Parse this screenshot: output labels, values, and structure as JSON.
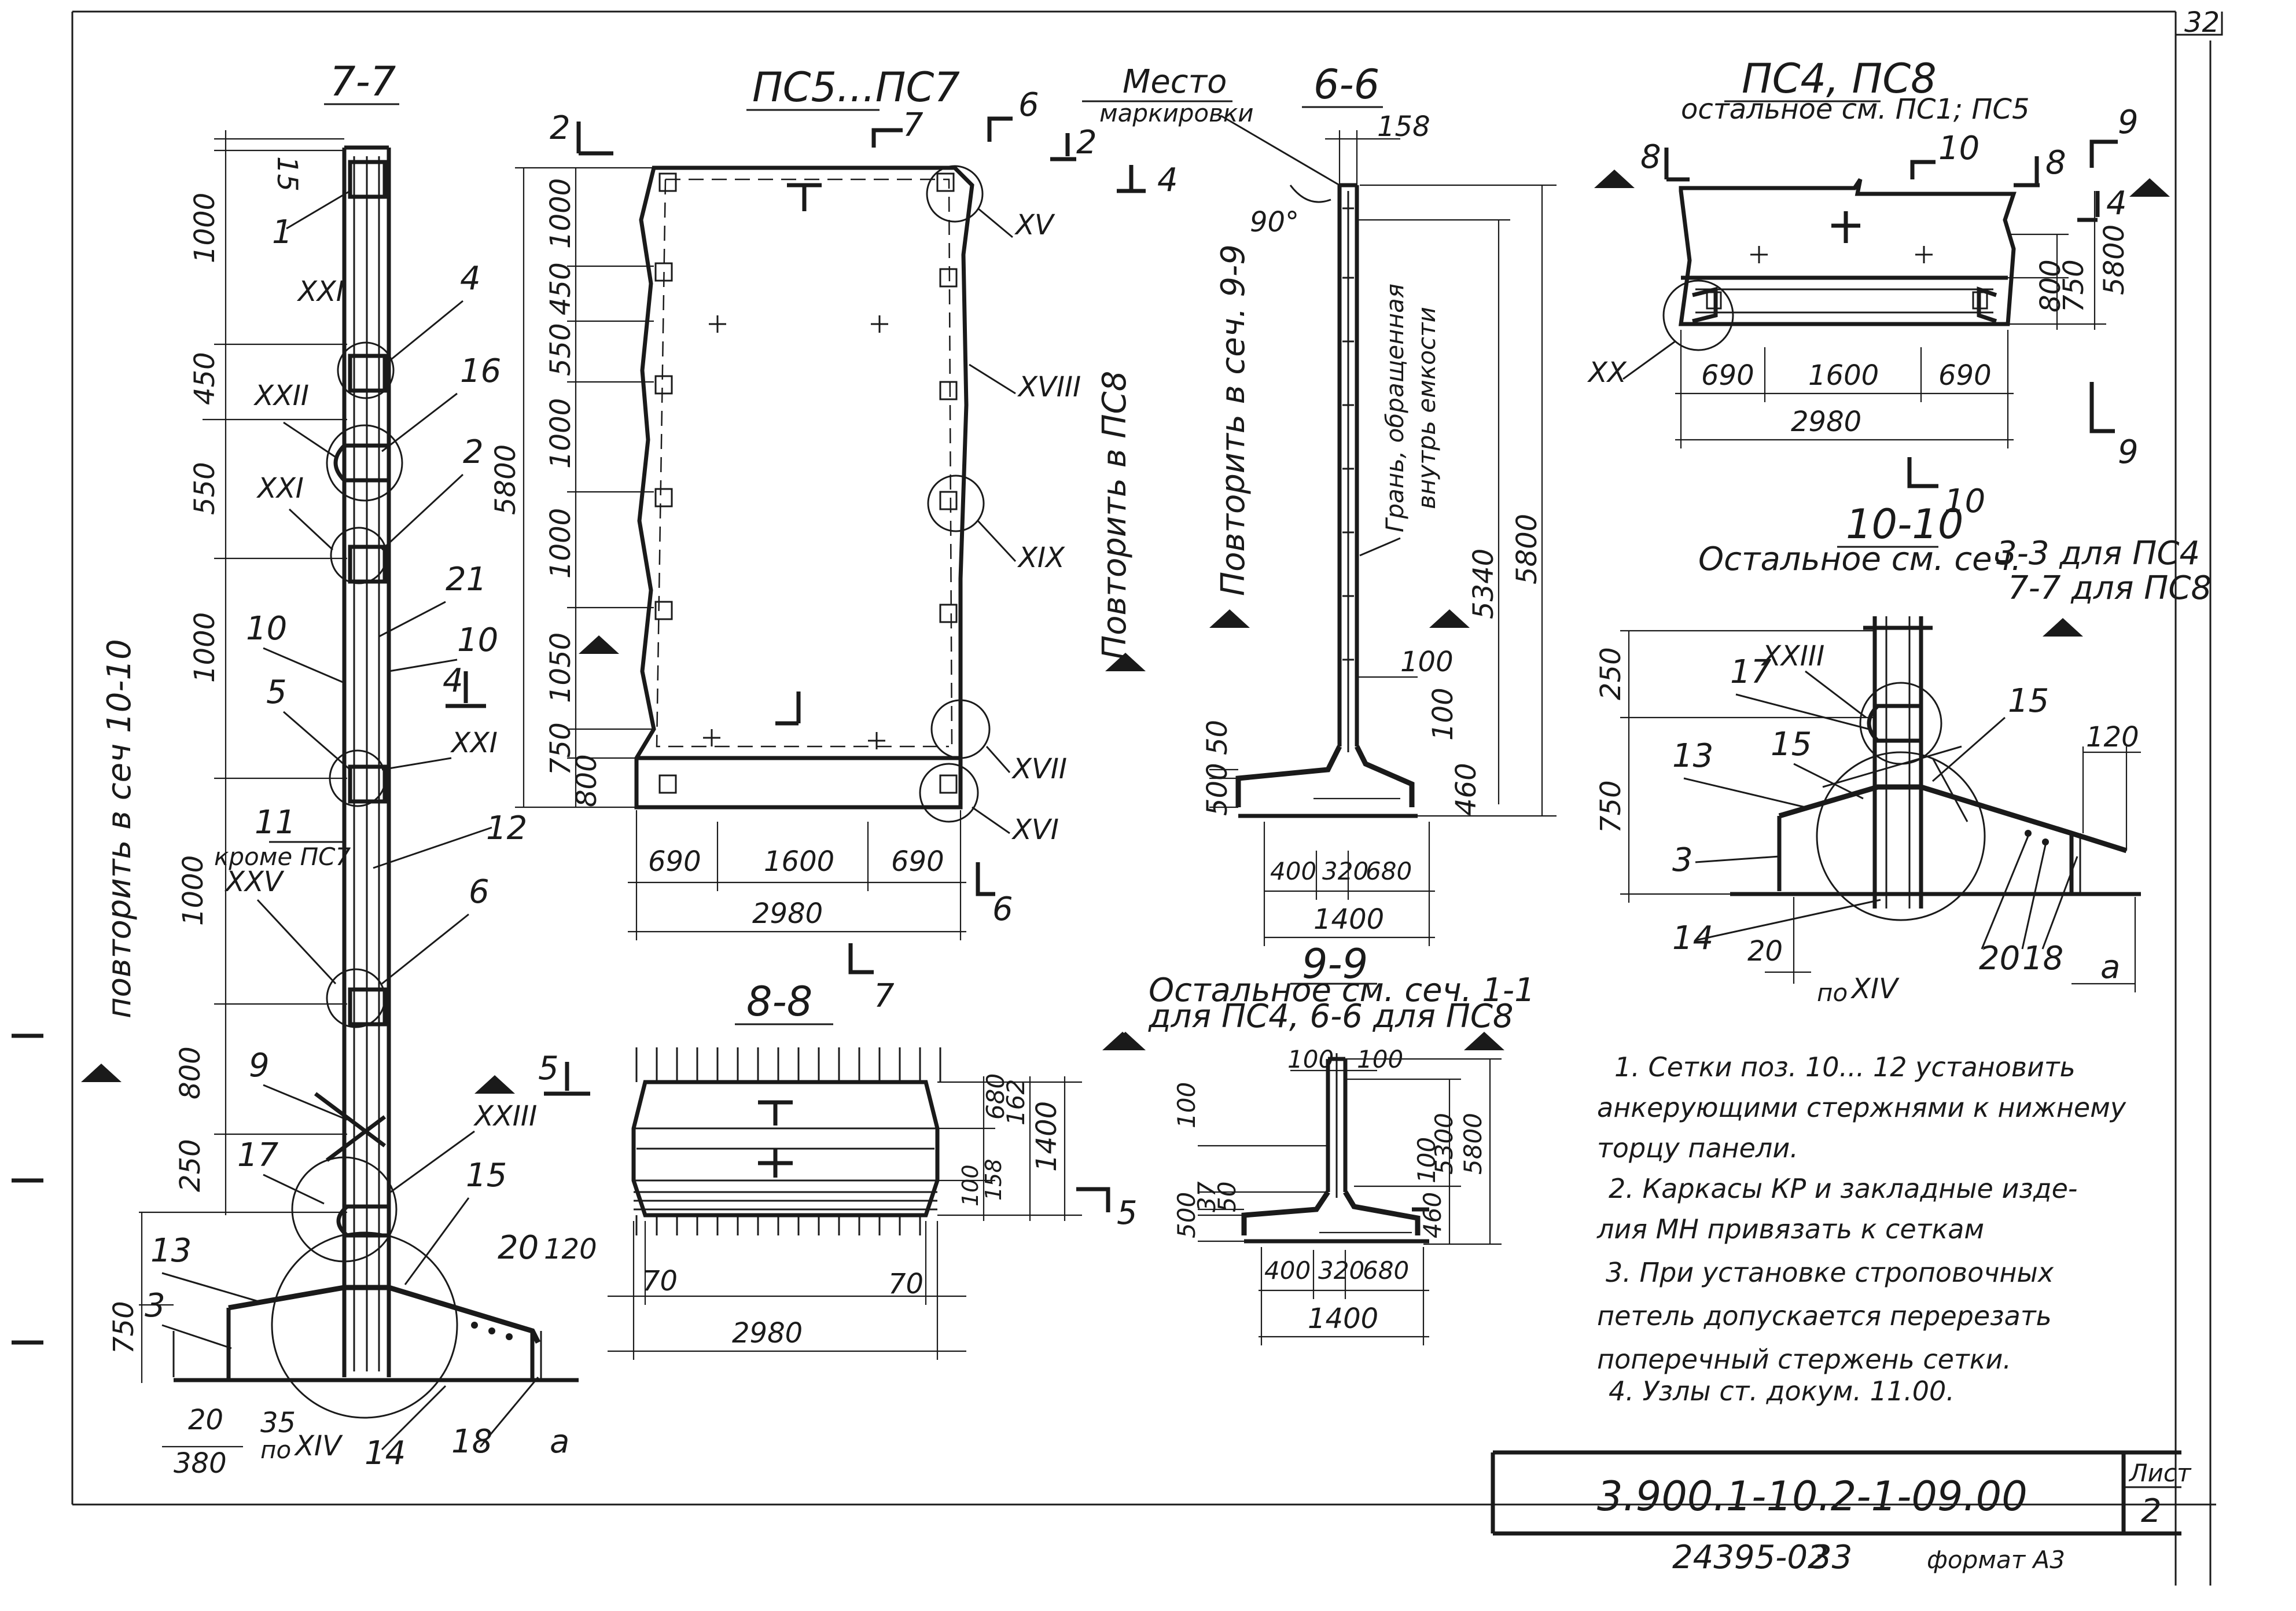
{
  "sheet": {
    "doc_code": "3.900.1-10.2-1-09.00",
    "sheet_label": "Лист",
    "sheet_number": "2",
    "inventory": "24395-02",
    "page": "33",
    "format_label": "формат А3",
    "corner_number": "32"
  },
  "section_7_7": {
    "title": "7-7",
    "side_note": "повторить в сеч 10-10",
    "dims": [
      "15",
      "1000",
      "450",
      "550",
      "1000",
      "1000",
      "800",
      "250",
      "750",
      "20",
      "35",
      "380"
    ],
    "marks": [
      "1",
      "4",
      "16",
      "2",
      "21",
      "10",
      "10",
      "5",
      "11",
      "12",
      "6",
      "9",
      "17",
      "15",
      "13",
      "3",
      "14",
      "18",
      "20",
      "120",
      "a"
    ],
    "except_label": "кроме ПС7",
    "nodes": [
      "XXI",
      "XXII",
      "XXI",
      "XXI",
      "XXV",
      "XXIII",
      "XIV"
    ],
    "by_label": "по",
    "cut": "4",
    "cut5": "5"
  },
  "ps5_7": {
    "title": "ПС5...ПС7",
    "dims_v": [
      "1000",
      "450",
      "550",
      "1000",
      "1000",
      "1050",
      "800",
      "750"
    ],
    "total": "5800",
    "dims_h": [
      "690",
      "1600",
      "690"
    ],
    "width": "2980",
    "nodes": [
      "XV",
      "XVIII",
      "XIX",
      "XVII",
      "XVI"
    ],
    "cuts": [
      "2",
      "7",
      "6",
      "2",
      "7",
      "6"
    ],
    "side_note": "Повторить в ПС8"
  },
  "section_6_6": {
    "title": "6-6",
    "place_label": "Место",
    "marking_label": "маркировки",
    "dim_top": "158",
    "angle": "90°",
    "side_note": "Повторить в сеч. 9-9",
    "face_note1": "Грань, обращенная",
    "face_note2": "внутрь емкости",
    "dims_v": [
      "5340",
      "5800",
      "100",
      "100",
      "460",
      "500",
      "50"
    ],
    "dims_h": [
      "400",
      "320",
      "680"
    ],
    "width": "1400",
    "cut": "4"
  },
  "ps4_8": {
    "title": "ПС4, ПС8",
    "subtitle": "остальное см. ПС1; ПС5",
    "dims_v": [
      "800",
      "750",
      "5800"
    ],
    "dims_h": [
      "690",
      "1600",
      "690"
    ],
    "width": "2980",
    "node": "XX",
    "cuts": [
      "8",
      "10",
      "8",
      "9",
      "4",
      "9",
      "10"
    ]
  },
  "section_10_10": {
    "title": "10-10",
    "subtitle": "Остальное см. сеч.",
    "note1": "3-3 для ПС4",
    "note2": "7-7 для ПС8",
    "dims": [
      "250",
      "750",
      "120",
      "20",
      "a"
    ],
    "marks": [
      "17",
      "15",
      "15",
      "13",
      "3",
      "14",
      "20",
      "18"
    ],
    "nodes": [
      "XXIII",
      "XIV"
    ],
    "by_label": "по"
  },
  "section_8_8": {
    "title": "8-8",
    "dims_v": [
      "680",
      "162",
      "1400",
      "100",
      "158"
    ],
    "dims_h": [
      "70",
      "70"
    ],
    "width": "2980",
    "cut": "5"
  },
  "section_9_9": {
    "title": "9-9",
    "subtitle1": "Остальное см. сеч. 1-1",
    "subtitle2": "для ПС4, 6-6 для ПС8",
    "dims_top": [
      "100",
      "100"
    ],
    "dims_v": [
      "100",
      "5300",
      "5800",
      "100",
      "460",
      "500",
      "37",
      "50"
    ],
    "dims_h": [
      "400",
      "320",
      "680"
    ],
    "width": "1400"
  },
  "notes": [
    "1. Сетки поз. 10... 12 установить",
    "анкерующими стержнями к нижнему",
    "торцу панели.",
    "2. Каркасы КР и закладные изде-",
    "лия МН привязать к сеткам",
    "3. При установке строповочных",
    "петель допускается перерезать",
    "поперечный стержень сетки.",
    "4. Узлы ст. докум. 11.00."
  ]
}
